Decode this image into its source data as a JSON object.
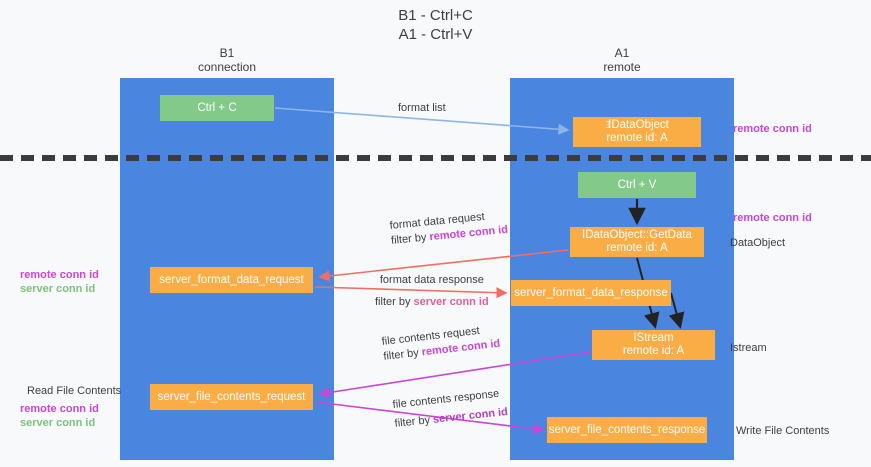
{
  "title": {
    "line1": "B1 - Ctrl+C",
    "line2": "A1 - Ctrl+V"
  },
  "lanes": [
    {
      "id": "b1",
      "title": "B1",
      "subtitle": "connection",
      "color": "#4a86e0"
    },
    {
      "id": "a1",
      "title": "A1",
      "subtitle": "remote",
      "color": "#4a86e0"
    }
  ],
  "nodes": {
    "ctrl_c": {
      "label": "Ctrl + C",
      "color": "#82c98a"
    },
    "idataobject": {
      "line1": "IDataObject",
      "line2": "remote id: A",
      "color": "#fbad45",
      "artifact": "⌶"
    },
    "ctrl_v": {
      "label": "Ctrl + V",
      "color": "#82c98a"
    },
    "getdata": {
      "line1": "IDataObject::GetData",
      "line2": "remote id: A",
      "color": "#fbad45"
    },
    "istream": {
      "line1": "IStream",
      "line2": "remote id: A",
      "color": "#fbad45"
    },
    "server_format_data_request": {
      "label": "server_format_data_request",
      "color": "#fbad45"
    },
    "server_format_data_response": {
      "label": "server_format_data_response",
      "color": "#fbad45"
    },
    "server_file_contents_request": {
      "label": "server_file_contents_request",
      "color": "#fbad45"
    },
    "server_file_contents_response": {
      "label": "server_file_contents_response",
      "color": "#fbad45"
    }
  },
  "edge_labels": {
    "format_list": "format list",
    "format_data_request": "format data request",
    "format_data_request_filter_prefix": "filter by ",
    "format_data_request_filter_key": "remote conn id",
    "format_data_response": "format data response",
    "format_data_response_filter_prefix": "filter by ",
    "format_data_response_filter_key": "server conn id",
    "file_contents_request": "file contents request",
    "file_contents_request_filter_prefix": "filter by ",
    "file_contents_request_filter_key": "remote conn id",
    "file_contents_response": "file contents response",
    "file_contents_response_filter_prefix": "filter by ",
    "file_contents_response_filter_key": "server conn id"
  },
  "side_notes": {
    "right_top_remote_conn_id": "remote conn id",
    "right_mid_remote_conn_id": "remote conn id",
    "right_dataobject": "DataObject",
    "right_istream": "Istream",
    "right_write_file_contents": "Write File Contents",
    "left_remote_conn_id": "remote conn id",
    "left_server_conn_id": "server conn id",
    "left_read_file_contents": "Read File Contents",
    "left_remote_conn_id_2": "remote conn id",
    "left_server_conn_id_2": "server conn id"
  },
  "colors": {
    "lane": "#4a86e0",
    "green_node": "#82c98a",
    "orange_node": "#fbad45",
    "remote_conn_id": "#c946d6",
    "server_conn_id_green": "#7dc17f",
    "server_conn_id_pink": "#e0609e",
    "arrow_blue": "#8ab6e8",
    "arrow_red": "#ef6f63",
    "arrow_magenta": "#c946d6",
    "arrow_black": "#222222",
    "separator": "#3c3c3c",
    "background": "#f8f9fa"
  }
}
